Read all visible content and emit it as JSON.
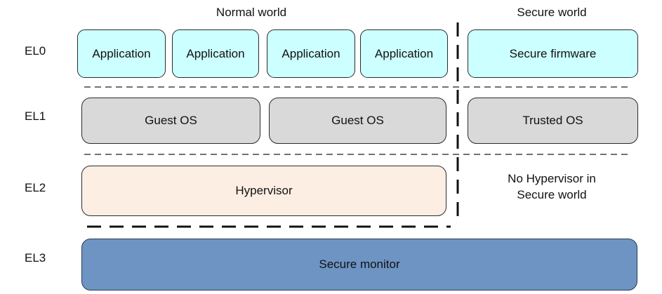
{
  "headers": {
    "normal_world": "Normal world",
    "secure_world": "Secure world"
  },
  "levels": {
    "el0": "EL0",
    "el1": "EL1",
    "el2": "EL2",
    "el3": "EL3"
  },
  "el0": {
    "applications": [
      "Application",
      "Application",
      "Application",
      "Application"
    ],
    "secure_firmware": "Secure firmware"
  },
  "el1": {
    "guest_os": [
      "Guest OS",
      "Guest OS"
    ],
    "trusted_os": "Trusted OS"
  },
  "el2": {
    "hypervisor": "Hypervisor",
    "no_hypervisor_line1": "No Hypervisor in",
    "no_hypervisor_line2": "Secure world"
  },
  "el3": {
    "secure_monitor": "Secure monitor"
  },
  "colors": {
    "application_fill": "#ccffff",
    "guest_os_fill": "#d9d9d9",
    "hypervisor_fill": "#fdeee3",
    "secure_monitor_fill": "#6d94c3"
  }
}
